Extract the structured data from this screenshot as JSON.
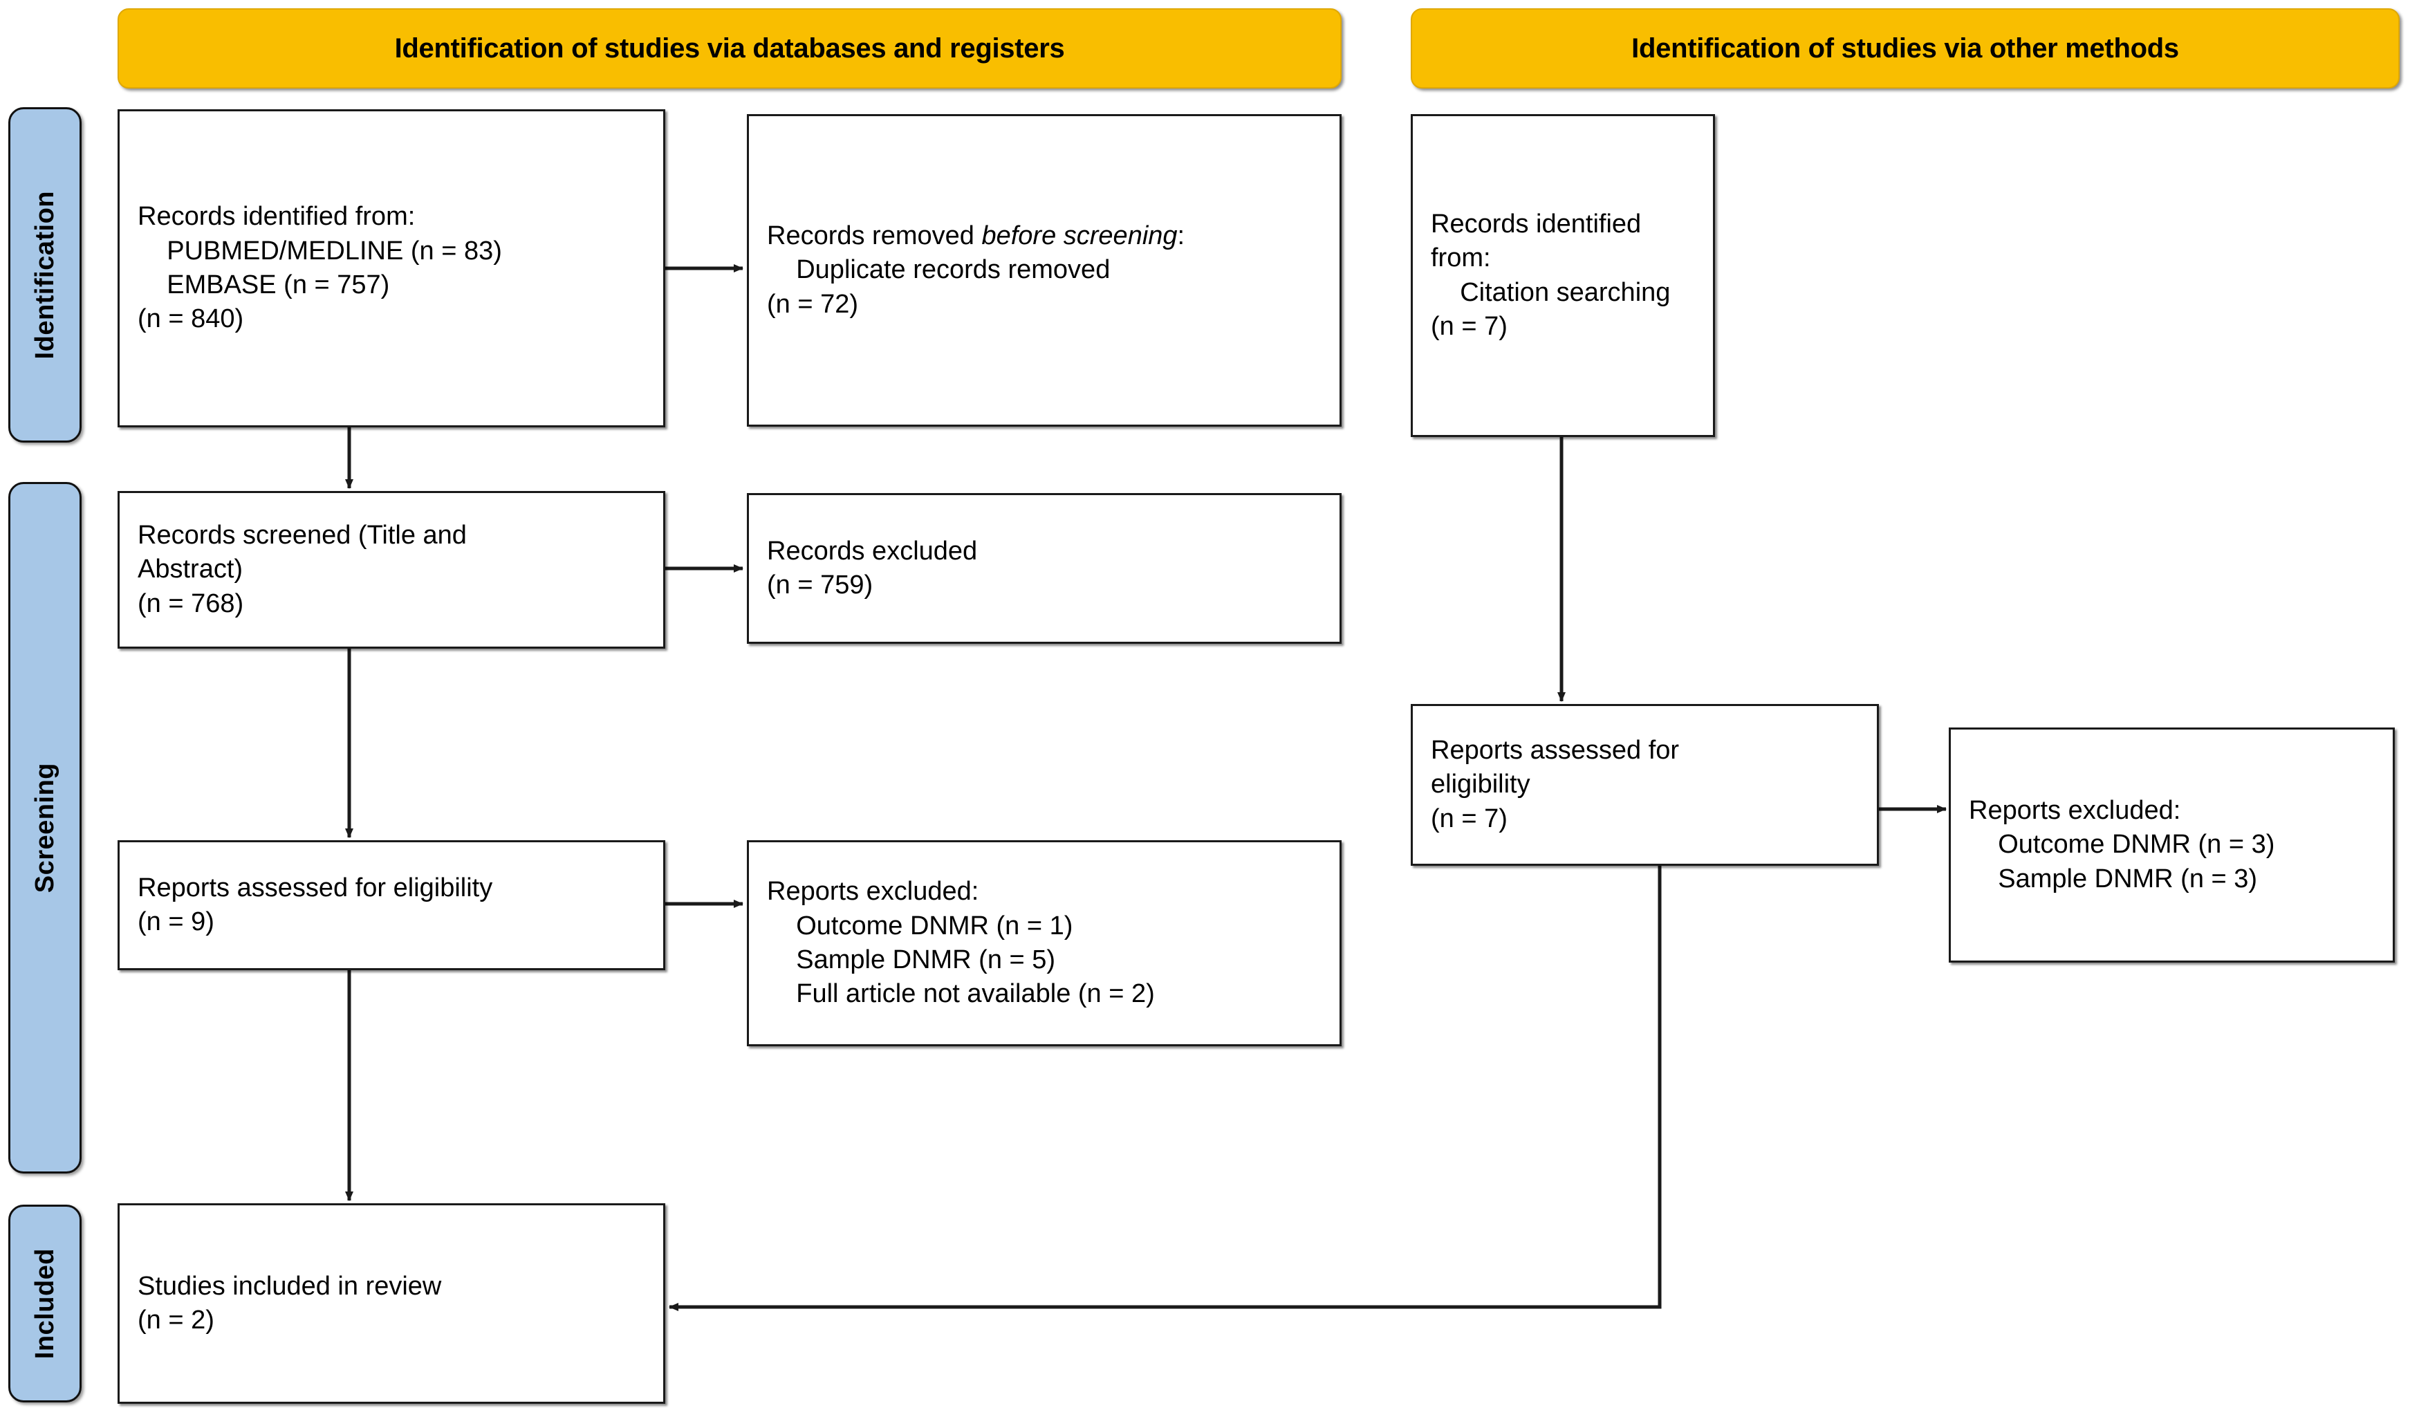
{
  "diagram": {
    "title": "PRISMA 2020 flow diagram",
    "colors": {
      "banner_fill": "#F9BE00",
      "banner_border": "#E0A800",
      "stage_label_fill": "#A7C7E7",
      "stage_label_border": "#111111",
      "node_border": "#1a1a1a",
      "node_fill": "#FFFFFF",
      "connector": "#1a1a1a"
    }
  },
  "banners": {
    "databases": "Identification of studies via databases and registers",
    "other_methods": "Identification of studies via other methods"
  },
  "stage_labels": {
    "identification": "Identification",
    "screening": "Screening",
    "included": "Included"
  },
  "left_column": {
    "records_identified": {
      "line1": "Records identified from:",
      "line2": "    PUBMED/MEDLINE (n = 83)",
      "line3": "    EMBASE (n = 757)",
      "line4": "(n = 840)"
    },
    "records_removed": {
      "line1_plain": "Records removed ",
      "line1_italic": "before screening",
      "line1_tail": ":",
      "line2": "    Duplicate records removed",
      "line3": "(n = 72)"
    },
    "records_screened": {
      "line1": "Records screened (Title and",
      "line2": "Abstract)",
      "line3": "(n = 768)"
    },
    "records_excluded": {
      "line1": "Records excluded",
      "line2": "(n = 759)"
    },
    "reports_assessed": {
      "line1": "Reports assessed for eligibility",
      "line2": "(n = 9)"
    },
    "reports_excluded": {
      "line1": "Reports excluded:",
      "line2": "    Outcome DNMR (n = 1)",
      "line3": "    Sample DNMR (n = 5)",
      "line4": "    Full article not available (n = 2)"
    },
    "studies_included": {
      "line1": "Studies included in review",
      "line2": "(n = 2)"
    }
  },
  "right_column": {
    "records_identified": {
      "line1": "Records identified from:",
      "line2": "    Citation searching (n = 7)"
    },
    "reports_assessed": {
      "line1": "Reports assessed for",
      "line2": "eligibility",
      "line3": "(n = 7)"
    },
    "reports_excluded": {
      "line1": "Reports excluded:",
      "line2": "    Outcome DNMR (n = 3)",
      "line3": "    Sample DNMR (n = 3)"
    }
  },
  "flow_counts": {
    "pubmed_medline": 83,
    "embase": 757,
    "total_identified_databases": 840,
    "duplicates_removed": 72,
    "screened": 768,
    "records_excluded_screening": 759,
    "reports_assessed_databases": 9,
    "excluded_outcome_dnmr_db": 1,
    "excluded_sample_dnmr_db": 5,
    "excluded_full_article_db": 2,
    "citation_searching": 7,
    "reports_assessed_other": 7,
    "excluded_outcome_dnmr_other": 3,
    "excluded_sample_dnmr_other": 3,
    "studies_included": 2
  }
}
